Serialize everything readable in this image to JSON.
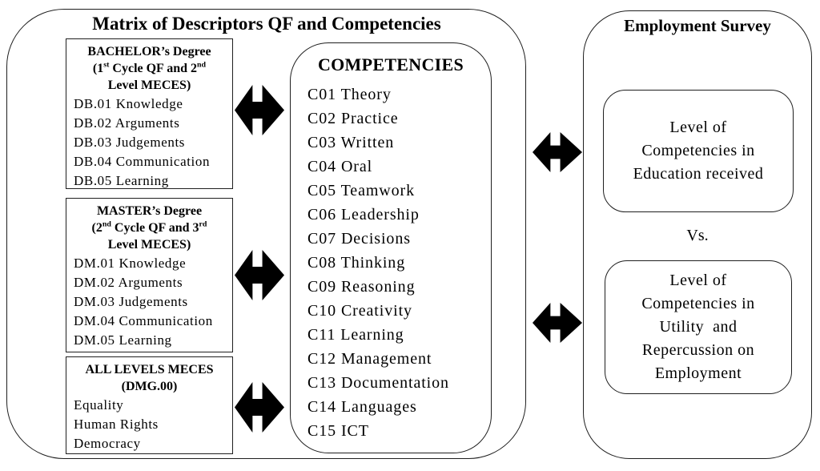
{
  "style": {
    "border_color": "#1f1f1f",
    "arrow_color": "#000000",
    "background": "#ffffff",
    "text_color": "#000000"
  },
  "matrix_panel": {
    "title": "Matrix of Descriptors QF and Competencies",
    "degree_boxes": [
      {
        "title": "BACHELOR’s Degree",
        "subtitle": {
          "p1": "(1",
          "s1": "st",
          "p2": " Cycle QF and 2",
          "s2": "nd"
        },
        "subtitle_line2": "Level MECES)",
        "items": [
          "DB.01 Knowledge",
          "DB.02 Arguments",
          "DB.03 Judgements",
          "DB.04 Communication",
          "DB.05 Learning"
        ]
      },
      {
        "title": "MASTER’s Degree",
        "subtitle": {
          "p1": "(2",
          "s1": "nd",
          "p2": " Cycle QF and 3",
          "s2": "rd"
        },
        "subtitle_line2": "Level MECES)",
        "items": [
          "DM.01 Knowledge",
          "DM.02 Arguments",
          "DM.03 Judgements",
          "DM.04 Communication",
          "DM.05 Learning"
        ]
      },
      {
        "title": "ALL LEVELS MECES",
        "subtitle": {
          "p1": "(DMG.00)",
          "s1": "",
          "p2": "",
          "s2": ""
        },
        "subtitle_line2": "",
        "items": [
          "Equality",
          "Human Rights",
          "Democracy"
        ]
      }
    ],
    "competencies": {
      "title": "COMPETENCIES",
      "items": [
        "C01 Theory",
        "C02 Practice",
        "C03 Written",
        "C04 Oral",
        "C05 Teamwork",
        "C06 Leadership",
        "C07 Decisions",
        "C08 Thinking",
        "C09 Reasoning",
        "C10 Creativity",
        "C11 Learning",
        "C12 Management",
        "C13 Documentation",
        "C14 Languages",
        "C15 ICT"
      ]
    }
  },
  "survey_panel": {
    "title": "Employment Survey",
    "education_box_lines": [
      "Level of",
      "Competencies in",
      "Education received"
    ],
    "vs_label": "Vs.",
    "utility_box_lines": [
      "Level of",
      "Competencies in",
      "Utility  and",
      "Repercussion on",
      "Employment"
    ]
  }
}
